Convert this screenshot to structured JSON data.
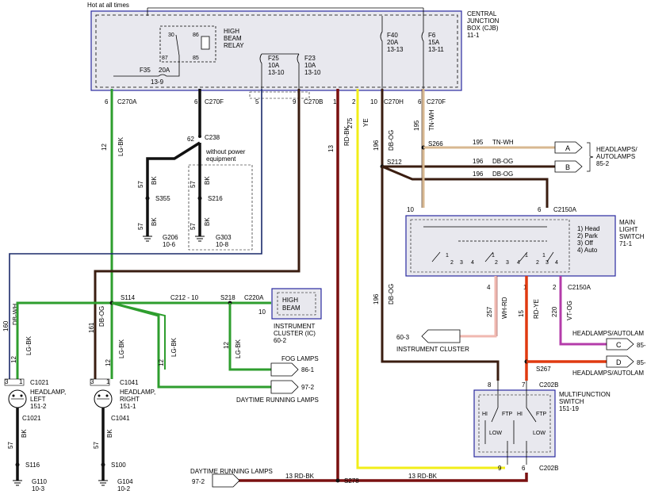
{
  "cjb": {
    "hot": "Hot at all times",
    "title_lines": [
      "CENTRAL",
      "JUNCTION",
      "BOX (CJB)",
      "11-1"
    ],
    "relay_lines": [
      "HIGH",
      "BEAM",
      "RELAY"
    ],
    "relay_pins": [
      "30",
      "86",
      "87",
      "85"
    ],
    "f35": [
      "F35",
      "20A",
      "13-9"
    ],
    "f25": [
      "F25",
      "10A",
      "13-10"
    ],
    "f23": [
      "F23",
      "10A",
      "13-10"
    ],
    "f40": [
      "F40",
      "20A",
      "13-13"
    ],
    "f6": [
      "F6",
      "15A",
      "13-11"
    ]
  },
  "connectors": {
    "c270a": "C270A",
    "c270f_left": "C270F",
    "c270b": "C270B",
    "c270h": "C270H",
    "c270f_right": "C270F",
    "pin6a": "6",
    "pin6f": "6",
    "pin5": "5",
    "pin9": "9",
    "pin1": "1",
    "pin2": "2",
    "pin10": "10",
    "pin6r": "6",
    "c238": "C238",
    "pin62": "62",
    "pin57": "57",
    "without_power": [
      "without power",
      "equipment"
    ],
    "c2150a_top": "C2150A",
    "c2150a_top_pin10": "10",
    "c2150a_top_pin6": "6",
    "c2150a_bot": "C2150A",
    "c220a": "C220A",
    "c220a_pin": "10",
    "c212": "C212 - 10",
    "c1021_top": "C1021",
    "c1021_bot": "C1021",
    "c1041_top": "C1041",
    "c1041_bot": "C1041",
    "c202b_top": "C202B",
    "c202b_bot": "C202B",
    "pin8": "8",
    "pin7": "7",
    "pin9b": "9",
    "pin6b": "6",
    "pin4": "4",
    "pin1b": "1",
    "pin2b": "2",
    "pin3a": "3",
    "pin1a": "1",
    "pin3b": "3",
    "pin1c": "1"
  },
  "splices": {
    "s266": "S266",
    "s212": "S212",
    "s355": "S355",
    "s216": "S216",
    "s114": "S114",
    "s218": "S218",
    "s267": "S267",
    "s116": "S116",
    "s100": "S100",
    "s278": "S278"
  },
  "grounds": {
    "g206": [
      "G206",
      "10-6"
    ],
    "g303": [
      "G303",
      "10-8"
    ],
    "g110": [
      "G110",
      "10-3"
    ],
    "g104": [
      "G104",
      "10-2"
    ]
  },
  "wires": {
    "w12_lgbk": [
      "12",
      "LG-BK"
    ],
    "w57_bk": [
      "57",
      "BK"
    ],
    "w13_rdbk": [
      "13",
      "RD-BK"
    ],
    "w275_ye": [
      "275",
      "YE"
    ],
    "w196_dbog": [
      "196",
      "DB-OG"
    ],
    "w195_tnwh": [
      "195",
      "TN-WH"
    ],
    "w195_label": "195",
    "w195_color": "TN-WH",
    "w196_label": "196",
    "w196_color": "DB-OG",
    "w160_dbwh": [
      "160",
      "DB-WH"
    ],
    "w161_dbog": [
      "161",
      "DB-OG"
    ],
    "w257_wrd": [
      "257",
      "WH-RD"
    ],
    "w15_rdye": [
      "15",
      "RD-YE"
    ],
    "w220_vtog": [
      "220",
      "VT-OG"
    ],
    "w13_rdbk_h": "13   RD-BK"
  },
  "components": {
    "headlamps_autolamps_top": [
      "HEADLAMPS/",
      "AUTOLAMPS",
      "85-2"
    ],
    "main_light_switch": [
      "MAIN",
      "LIGHT",
      "SWITCH",
      "71-1"
    ],
    "switch_positions": [
      "1) Head",
      "2) Park",
      "3) Off",
      "4) Auto"
    ],
    "high_beam": [
      "HIGH",
      "BEAM"
    ],
    "instrument_cluster_ic": [
      "INSTRUMENT",
      "CLUSTER (IC)",
      "60-2"
    ],
    "fog_lamps": "FOG LAMPS",
    "fog_lamps_ref": "86-1",
    "drl_ref": "97-2",
    "daytime_running_lamps": "DAYTIME RUNNING LAMPS",
    "headlamp_left": [
      "HEADLAMP,",
      "LEFT",
      "151-2"
    ],
    "headlamp_right": [
      "HEADLAMP,",
      "RIGHT",
      "151-1"
    ],
    "instrument_cluster": "INSTRUMENT CLUSTER",
    "ic_ref": "60-3",
    "headlamps_autolam_1": "HEADLAMPS/AUTOLAM",
    "headlamps_autolam_2": "HEADLAMPS/AUTOLAM",
    "ref85_c": "85-",
    "ref85_d": "85-",
    "multifunction_switch": [
      "MULTIFUNCTION",
      "SWITCH",
      "151-19"
    ],
    "mfs_labels": [
      "HI",
      "FTP",
      "HI",
      "FTP",
      "LOW",
      "LOW"
    ],
    "drl_bottom": "DAYTIME RUNNING LAMPS",
    "drl_bottom_ref": "97-2"
  },
  "arrows": {
    "a": "A",
    "b": "B",
    "c": "C",
    "d": "D"
  },
  "colors": {
    "lg_bk": "#2e9e2e",
    "bk": "#111111",
    "rd_bk": "#7a1010",
    "ye": "#f2ee18",
    "db_og": "#3a1d10",
    "tn_wh": "#d8b890",
    "wh_rd": "#f0b8b0",
    "rd_ye": "#e03a10",
    "vt_og": "#b43caa",
    "db_wh": "#1a2a6a",
    "box_border": "#2a2aa0",
    "panel": "#e8e8ee"
  }
}
